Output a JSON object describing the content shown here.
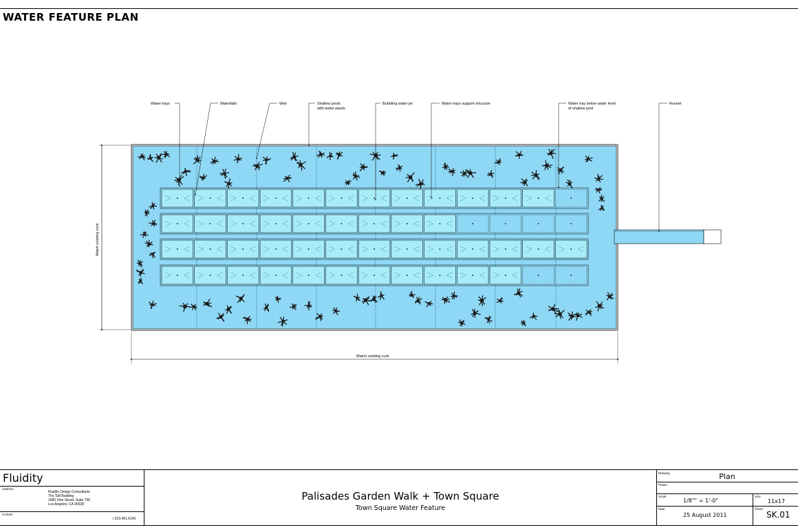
{
  "sheet_title": "WATER FEATURE PLAN",
  "callouts": [
    {
      "label": "Water trays"
    },
    {
      "label": "Waterfalls"
    },
    {
      "label": "Weir"
    },
    {
      "label": "Shallow pools",
      "label2": "with water plants"
    },
    {
      "label": "Bubbling water jet"
    },
    {
      "label": "Water trays support structure"
    },
    {
      "label": "Water tray below water level",
      "label2": "of shallow pool"
    },
    {
      "label": "Runnel"
    }
  ],
  "dimensions": {
    "vertical": "Match existing curb",
    "horizontal": "Match existing curb"
  },
  "colors": {
    "pool": "#8fd8f5",
    "tray": "#a8ecf8",
    "submerged_tray": "#8fd8f5",
    "plant": "#1a1a1a"
  },
  "title_block": {
    "firm_name": "Fluidity",
    "address_label": "Address",
    "address_lines": [
      "Fluidity Design Consultants",
      "The Taft Building",
      "1680 Vine Street, Suite 706",
      "Los Angeles, CA 90028"
    ],
    "contact_label": "Contact",
    "phone": "t 323.461.6140",
    "project_title": "Palisades Garden Walk + Town Square",
    "project_subtitle": "Town Square Water Feature",
    "drawing_label": "Drawing",
    "drawing": "Plan",
    "phase_label": "Phase",
    "phase": "",
    "scale_label": "Scale",
    "scale": "1/8\"\" = 1'-0\"",
    "size_label": "Size",
    "size": "11x17",
    "date_label": "Date",
    "date": "25 August 2011",
    "sheet_label": "Sheet",
    "sheet": "SK.01"
  }
}
